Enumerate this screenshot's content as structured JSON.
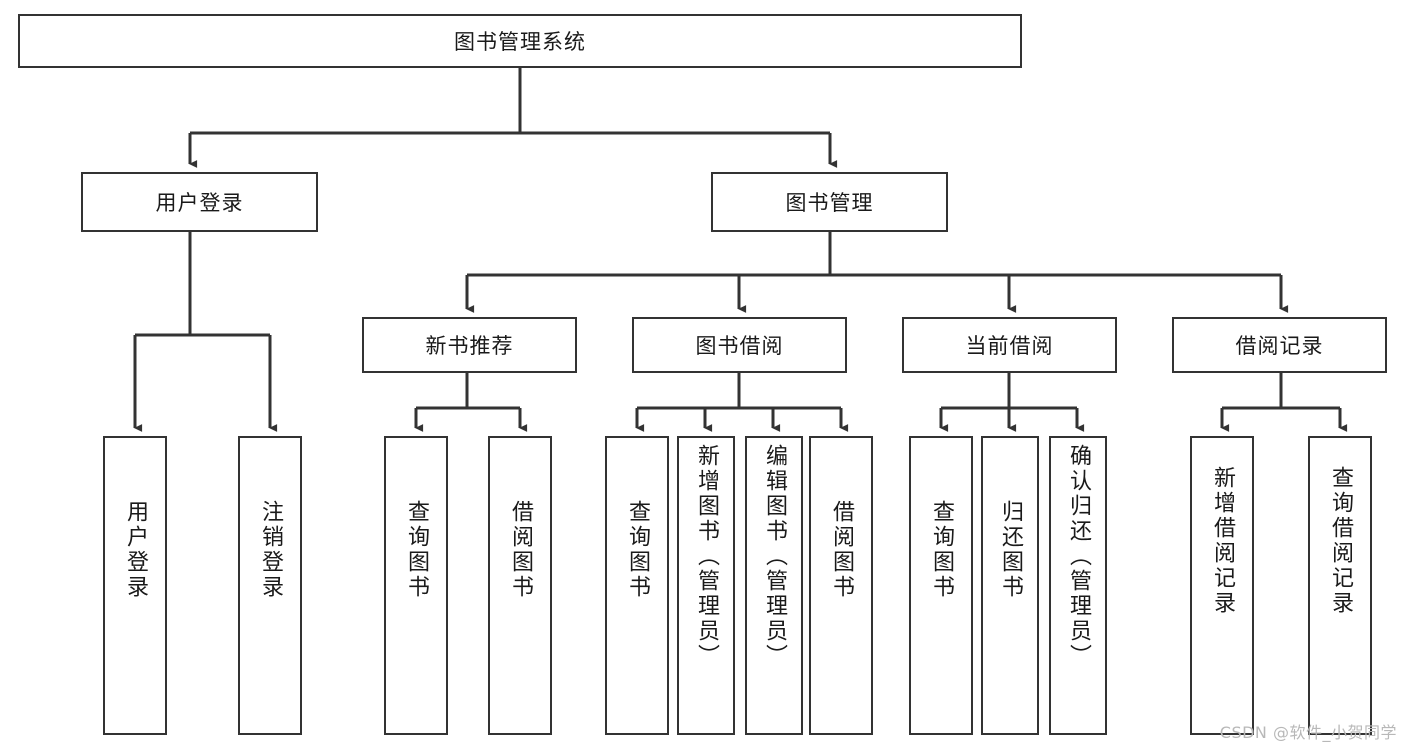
{
  "diagram": {
    "title": "图书管理系统",
    "type": "tree-hierarchy",
    "root": {
      "label": "图书管理系统"
    },
    "level2": [
      {
        "label": "用户登录"
      },
      {
        "label": "图书管理"
      }
    ],
    "level3": [
      {
        "label": "新书推荐"
      },
      {
        "label": "图书借阅"
      },
      {
        "label": "当前借阅"
      },
      {
        "label": "借阅记录"
      }
    ],
    "leaves": {
      "user_login": [
        {
          "label": "用户登录"
        },
        {
          "label": "注销登录"
        }
      ],
      "new_book_recommend": [
        {
          "label": "查询图书"
        },
        {
          "label": "借阅图书"
        }
      ],
      "book_borrow": [
        {
          "label": "查询图书"
        },
        {
          "label": "新增图书（管理员）"
        },
        {
          "label": "编辑图书（管理员）"
        },
        {
          "label": "借阅图书"
        }
      ],
      "current_borrow": [
        {
          "label": "查询图书"
        },
        {
          "label": "归还图书"
        },
        {
          "label": "确认归还（管理员）"
        }
      ],
      "borrow_record": [
        {
          "label": "新增借阅记录"
        },
        {
          "label": "查询借阅记录"
        }
      ]
    }
  },
  "watermark": {
    "text": "CSDN @软件_小贺同学"
  },
  "colors": {
    "stroke": "#333333",
    "text": "#1a1a1a",
    "background": "#ffffff",
    "watermark": "#b8b8b8"
  }
}
